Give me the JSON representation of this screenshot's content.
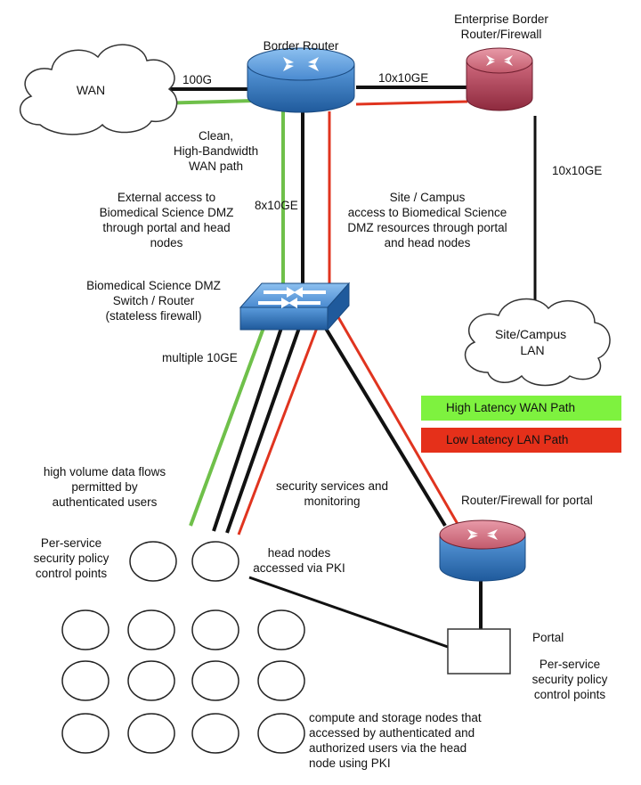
{
  "devices": {
    "border_router": "Border Router",
    "enterprise_router": "Enterprise Border\nRouter/Firewall",
    "dmz_switch": "Biomedical Science DMZ\nSwitch / Router\n(stateless firewall)",
    "portal_router": "Router/Firewall for portal"
  },
  "clouds": {
    "wan": "WAN",
    "lan": "Site/Campus\nLAN"
  },
  "links": {
    "wan_100g": "100G",
    "enterprise_10x10": "10x10GE",
    "lan_10x10": "10x10GE",
    "dmz_8x10": "8x10GE",
    "multiple_10ge": "multiple 10GE"
  },
  "annotations": {
    "clean_path": "Clean,\nHigh-Bandwidth\nWAN path",
    "external_access": "External access to\nBiomedical Science DMZ\nthrough portal and head\nnodes",
    "campus_access": "Site / Campus\naccess to Biomedical Science\nDMZ resources through portal\nand head nodes",
    "high_volume": "high volume data flows\npermitted by\nauthenticated users",
    "security_services": "security services and\nmonitoring",
    "per_service_left": "Per-service\nsecurity policy\ncontrol points",
    "head_nodes": "head nodes\naccessed via PKI",
    "portal": "Portal",
    "per_service_right": "Per-service\nsecurity policy\ncontrol points",
    "compute_nodes": "compute and storage nodes that\naccessed by authenticated and\nauthorized users via the head\nnode using PKI"
  },
  "legend": {
    "high_latency": "High Latency WAN Path",
    "low_latency": "Low Latency LAN Path"
  },
  "colors": {
    "wan_path": "#6fc04a",
    "lan_path": "#e0341f",
    "legend_green": "#7ef23f",
    "legend_red": "#e5301a",
    "router_blue": "#2e6fb5",
    "router_red": "#b23a50"
  }
}
